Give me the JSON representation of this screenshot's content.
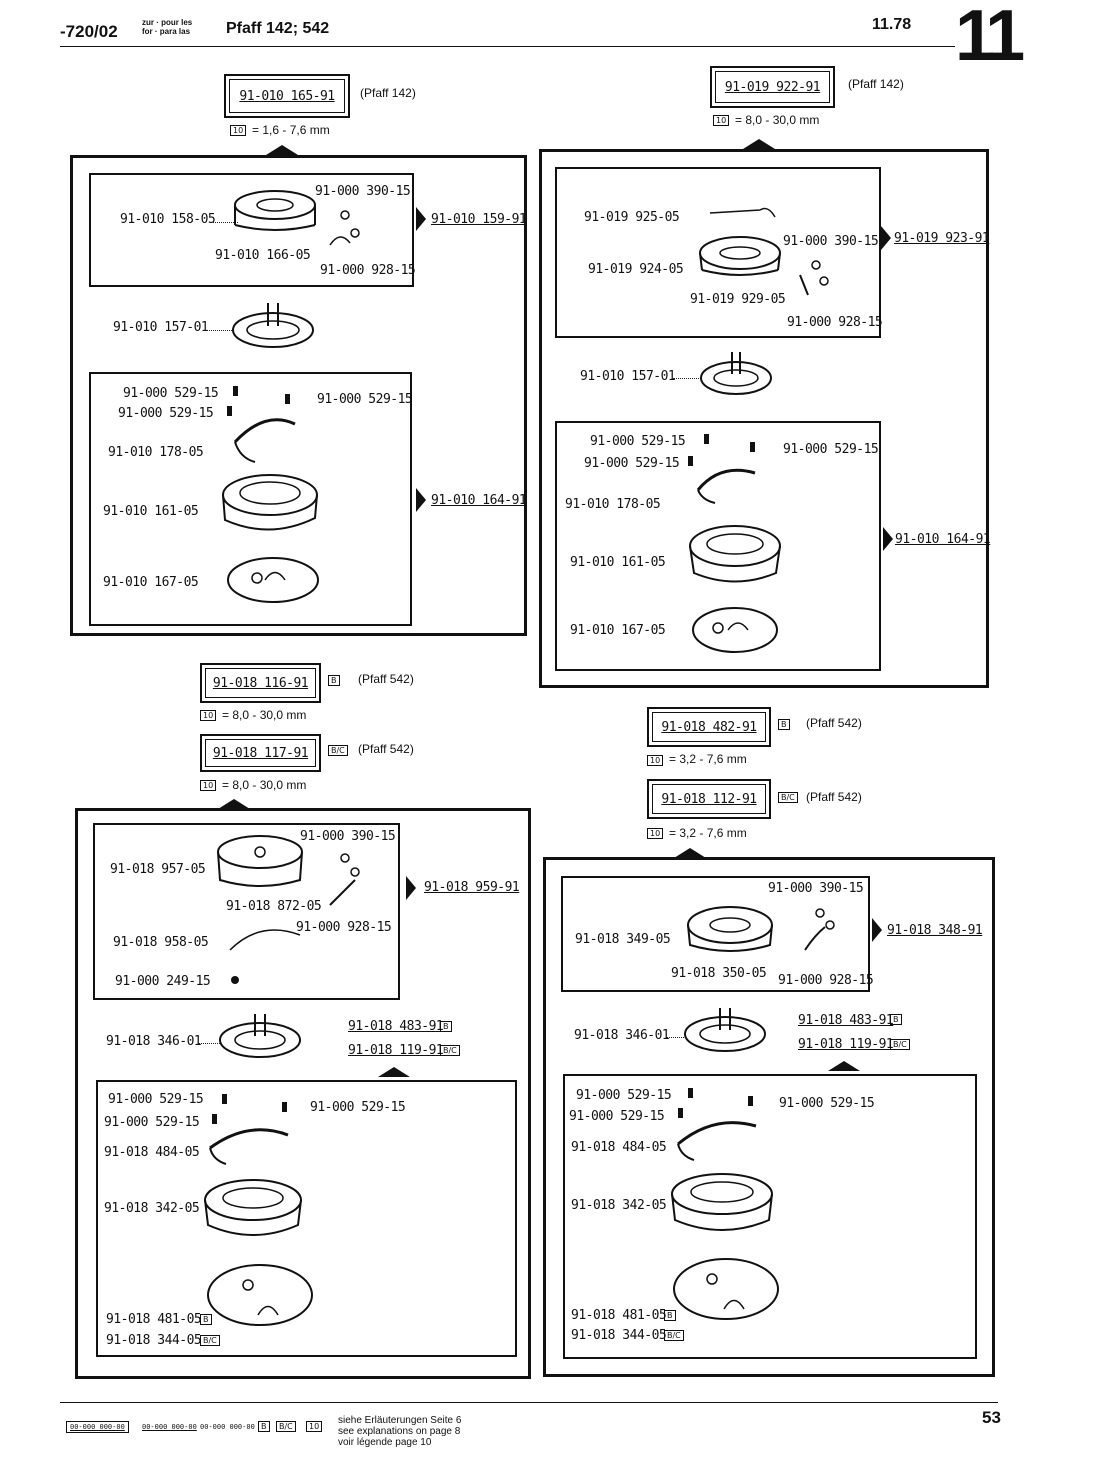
{
  "header": {
    "code": "-720/02",
    "zur_line1": "zur · pour les",
    "zur_line2": "for · para las",
    "model": "Pfaff 142; 542",
    "date": "11.78",
    "chapter": "11"
  },
  "sec_tl": {
    "ref": "91-010 165-91",
    "note": "(Pfaff 142)",
    "range": "= 1,6 - 7,6 mm",
    "sub1": {
      "out": "91-010 159-91",
      "a": "91-010 158-05",
      "b": "91-000 390-15",
      "c": "91-010 166-05",
      "d": "91-000 928-15"
    },
    "mid": "91-010 157-01",
    "sub2": {
      "out": "91-010 164-91",
      "a": "91-000 529-15",
      "b": "91-000 529-15",
      "c": "91-000 529-15",
      "d": "91-010 178-05",
      "e": "91-010 161-05",
      "f": "91-010 167-05"
    }
  },
  "sec_tr": {
    "ref": "91-019 922-91",
    "note": "(Pfaff 142)",
    "range": "= 8,0 - 30,0 mm",
    "sub1": {
      "out": "91-019 923-91",
      "a": "91-019 925-05",
      "b": "91-000 390-15",
      "c": "91-019 924-05",
      "d": "91-019 929-05",
      "e": "91-000 928-15"
    },
    "mid": "91-010 157-01",
    "sub2": {
      "out": "91-010 164-91",
      "a": "91-000 529-15",
      "b": "91-000 529-15",
      "c": "91-000 529-15",
      "d": "91-010 178-05",
      "e": "91-010 161-05",
      "f": "91-010 167-05"
    }
  },
  "sec_bl": {
    "ref1": "91-018 116-91",
    "tag1": "B",
    "note1": "(Pfaff 542)",
    "range1": "= 8,0 - 30,0 mm",
    "ref2": "91-018 117-91",
    "tag2": "B/C",
    "note2": "(Pfaff 542)",
    "range2": "= 8,0 - 30,0 mm",
    "sub1": {
      "out": "91-018 959-91",
      "a": "91-000 390-15",
      "b": "91-018 957-05",
      "c": "91-018 872-05",
      "d": "91-000 928-15",
      "e": "91-018 958-05",
      "f": "91-000 249-15"
    },
    "mid": "91-018 346-01",
    "mid_r1": "91-018 483-91",
    "mid_r2": "91-018 119-91",
    "sub2": {
      "a": "91-000 529-15",
      "b": "91-000 529-15",
      "c": "91-000 529-15",
      "d": "91-018 484-05",
      "e": "91-018 342-05",
      "f": "91-018 481-05",
      "g": "91-018 344-05"
    }
  },
  "sec_br": {
    "ref1": "91-018 482-91",
    "tag1": "B",
    "note1": "(Pfaff 542)",
    "range1": "= 3,2 - 7,6 mm",
    "ref2": "91-018 112-91",
    "tag2": "B/C",
    "note2": "(Pfaff 542)",
    "range2": "= 3,2 - 7,6 mm",
    "sub1": {
      "out": "91-018 348-91",
      "a": "91-000 390-15",
      "b": "91-018 349-05",
      "c": "91-018 350-05",
      "d": "91-000 928-15"
    },
    "mid": "91-018 346-01",
    "mid_r1": "91-018 483-91",
    "mid_r2": "91-018 119-91",
    "sub2": {
      "a": "91-000 529-15",
      "b": "91-000 529-15",
      "c": "91-000 529-15",
      "d": "91-018 484-05",
      "e": "91-018 342-05",
      "f": "91-018 481-05",
      "g": "91-018 344-05"
    }
  },
  "tag_10": "10",
  "tag_B": "B",
  "tag_BC": "B/C",
  "footer": {
    "legend1": "00-000 000-00",
    "legend2": "00-000 000-00",
    "legend3": "00-000 000-00",
    "line1": "siehe Erläuterungen Seite 6",
    "line2": "see explanations on page 8",
    "line3": "voir légende page 10",
    "page": "53"
  }
}
